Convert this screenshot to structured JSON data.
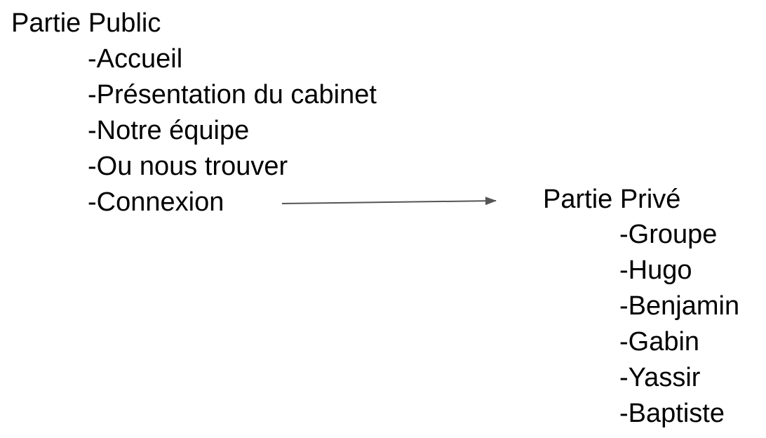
{
  "public_section": {
    "title": "Partie Public",
    "items": [
      "-Accueil",
      "-Présentation du cabinet",
      "-Notre équipe",
      "-Ou nous trouver",
      "-Connexion"
    ]
  },
  "private_section": {
    "title": "Partie Privé",
    "items": [
      "-Groupe",
      "-Hugo",
      "-Benjamin",
      "-Gabin",
      "-Yassir",
      "-Baptiste"
    ]
  },
  "connector": {
    "from": "-Connexion",
    "to": "Partie Privé",
    "color": "#555555"
  }
}
